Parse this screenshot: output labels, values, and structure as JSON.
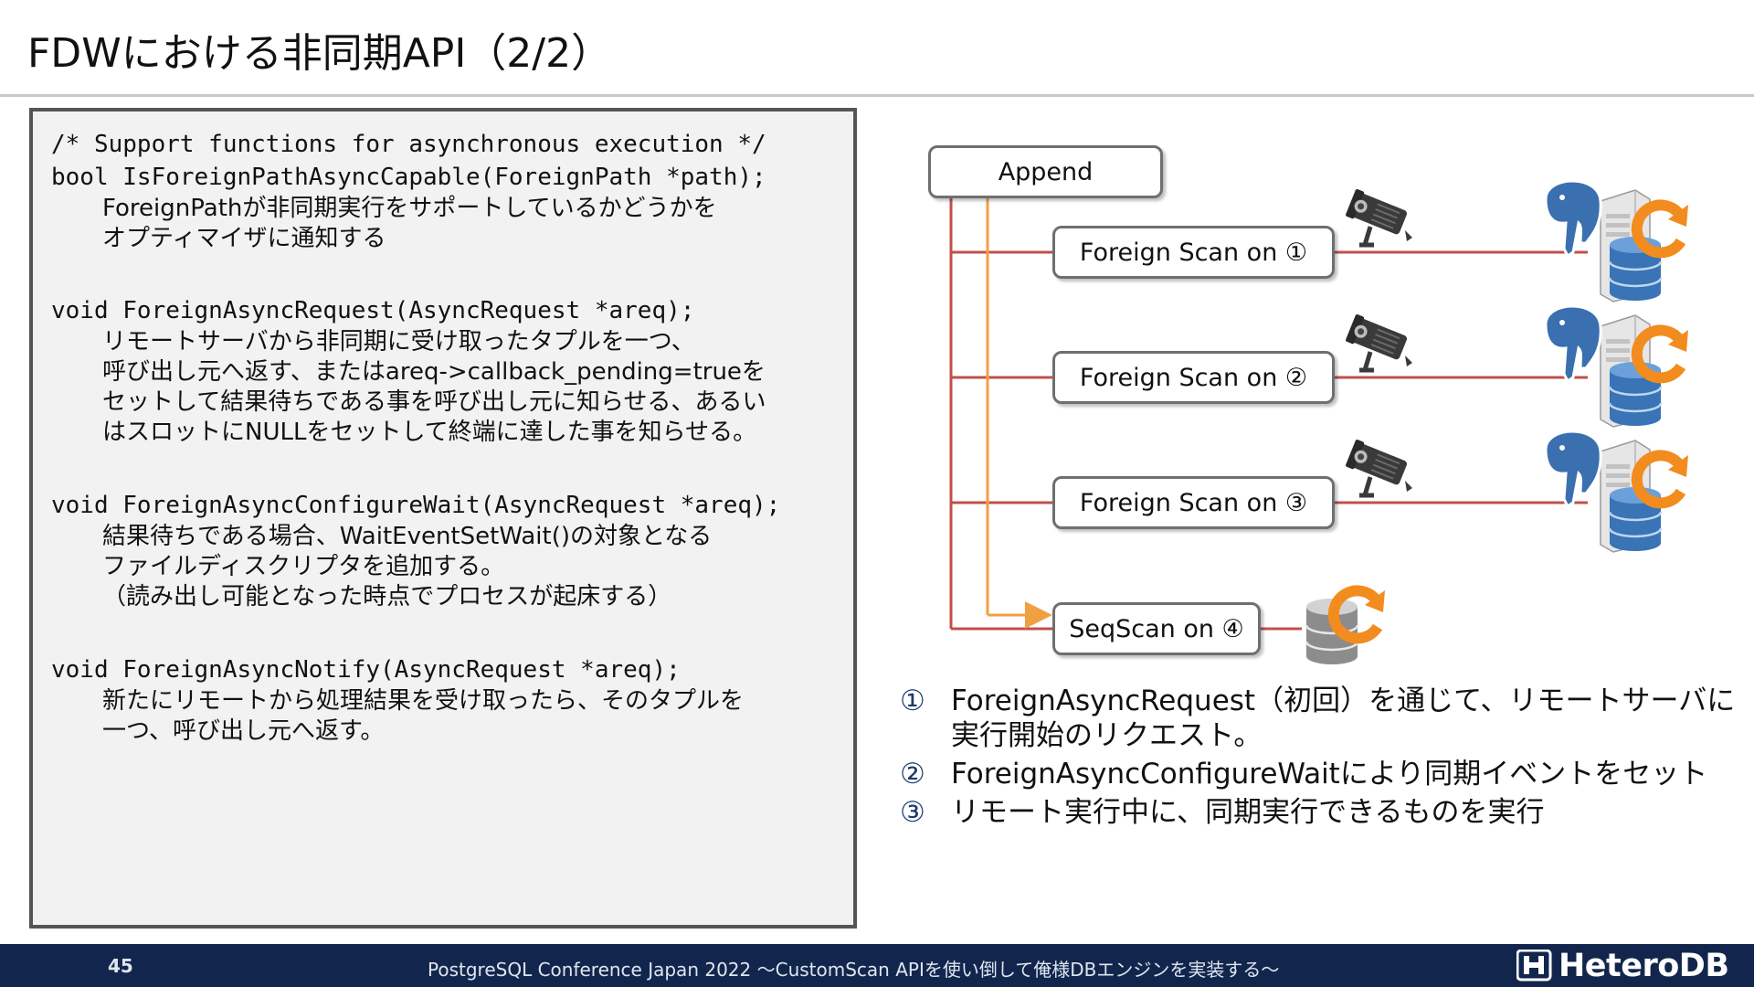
{
  "slide": {
    "title": "FDWにおける非同期API（2/2）"
  },
  "code": {
    "blocks": [
      {
        "code_lines": [
          "/* Support functions for asynchronous execution */",
          "bool IsForeignPathAsyncCapable(ForeignPath *path);"
        ],
        "desc_lines": [
          "ForeignPathが非同期実行をサポートしているかどうかを",
          "オプティマイザに通知する"
        ]
      },
      {
        "code_lines": [
          "void ForeignAsyncRequest(AsyncRequest *areq);"
        ],
        "desc_lines": [
          "リモートサーバから非同期に受け取ったタプルを一つ、",
          "呼び出し元へ返す、またはareq->callback_pending=trueを",
          "セットして結果待ちである事を呼び出し元に知らせる、あるい",
          "はスロットにNULLをセットして終端に達した事を知らせる。"
        ]
      },
      {
        "code_lines": [
          "void ForeignAsyncConfigureWait(AsyncRequest *areq);"
        ],
        "desc_lines": [
          "結果待ちである場合、WaitEventSetWait()の対象となる",
          "ファイルディスクリプタを追加する。",
          "（読み出し可能となった時点でプロセスが起床する）"
        ]
      },
      {
        "code_lines": [
          "void ForeignAsyncNotify(AsyncRequest *areq);"
        ],
        "desc_lines": [
          "新たにリモートから処理結果を受け取ったら、そのタプルを",
          "一つ、呼び出し元へ返す。"
        ]
      }
    ]
  },
  "diagram": {
    "append_label": "Append",
    "nodes": [
      {
        "label": "Foreign Scan on ①"
      },
      {
        "label": "Foreign Scan on ②"
      },
      {
        "label": "Foreign Scan on ③"
      },
      {
        "label": "SeqScan on ④"
      }
    ],
    "colors": {
      "red_line": "#c0504d",
      "orange_line": "#f0a040",
      "node_border": "#6f6f6f",
      "db_blue": "#3a73b6",
      "refresh_orange": "#f28c1e"
    },
    "icons": [
      "security-camera-icon",
      "postgresql-elephant-icon",
      "server-icon",
      "database-icon",
      "refresh-icon"
    ]
  },
  "notes": [
    {
      "num": "①",
      "lines": [
        "ForeignAsyncRequest（初回）を通じて、リモートサーバに",
        "実行開始のリクエスト。"
      ]
    },
    {
      "num": "②",
      "lines": [
        "ForeignAsyncConfigureWaitにより同期イベントをセット"
      ]
    },
    {
      "num": "③",
      "lines": [
        "リモート実行中に、同期実行できるものを実行"
      ]
    }
  ],
  "footer": {
    "page_number": "45",
    "conference": "PostgreSQL Conference Japan 2022 〜CustomScan APIを使い倒して俺様DBエンジンを実装する〜",
    "brand": "HeteroDB",
    "colors": {
      "background": "#12264d"
    }
  }
}
